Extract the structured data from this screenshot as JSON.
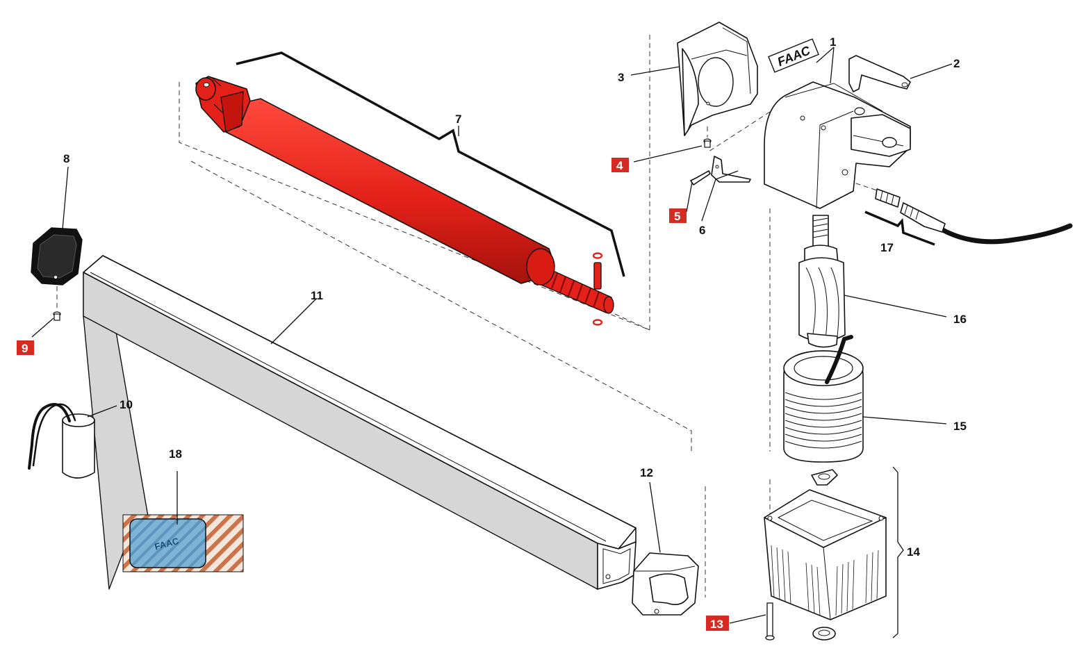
{
  "colors": {
    "accent_red": "#e32119",
    "label_red_bg": "#d62b22",
    "tube_grey": "#d6d6d6",
    "outline": "#111111",
    "sticker_blue": "#7fb3d6",
    "sticker_stripe": "#c9744a"
  },
  "logo": {
    "text": "FAAC"
  },
  "sticker": {
    "text": "FAAC"
  },
  "callouts": [
    {
      "number": "1",
      "highlight": false
    },
    {
      "number": "2",
      "highlight": false
    },
    {
      "number": "3",
      "highlight": false
    },
    {
      "number": "4",
      "highlight": true
    },
    {
      "number": "5",
      "highlight": true
    },
    {
      "number": "6",
      "highlight": false
    },
    {
      "number": "7",
      "highlight": false
    },
    {
      "number": "8",
      "highlight": false
    },
    {
      "number": "9",
      "highlight": true
    },
    {
      "number": "10",
      "highlight": false
    },
    {
      "number": "11",
      "highlight": false
    },
    {
      "number": "12",
      "highlight": false
    },
    {
      "number": "13",
      "highlight": true
    },
    {
      "number": "14",
      "highlight": false
    },
    {
      "number": "15",
      "highlight": false
    },
    {
      "number": "16",
      "highlight": false
    },
    {
      "number": "17",
      "highlight": false
    },
    {
      "number": "18",
      "highlight": false
    }
  ]
}
